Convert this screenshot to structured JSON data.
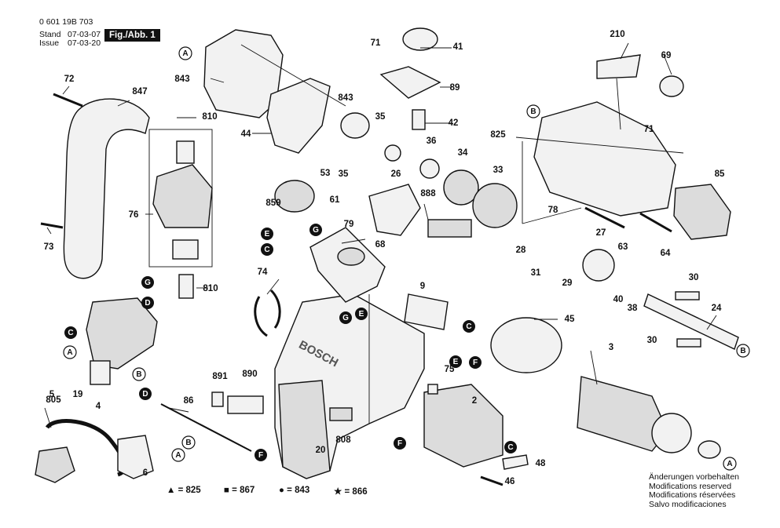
{
  "header": {
    "doc_number": "0 601 19B 703",
    "stand_label": "Stand",
    "stand_date": "07-03-07",
    "issue_label": "Issue",
    "issue_date": "07-03-20",
    "figure_label": "Fig./Abb. 1"
  },
  "brand_text": "BOSCH",
  "labels": [
    "2",
    "3",
    "4",
    "5",
    "6",
    "9",
    "19",
    "20",
    "24",
    "26",
    "27",
    "28",
    "29",
    "30",
    "30",
    "31",
    "33",
    "34",
    "35",
    "35",
    "36",
    "38",
    "40",
    "41",
    "42",
    "44",
    "45",
    "46",
    "48",
    "53",
    "61",
    "63",
    "64",
    "68",
    "69",
    "71",
    "71",
    "72",
    "73",
    "74",
    "75",
    "76",
    "78",
    "79",
    "85",
    "86",
    "89",
    "210",
    "805",
    "808",
    "810",
    "810",
    "825",
    "843",
    "843",
    "847",
    "859",
    "888",
    "890",
    "891"
  ],
  "callouts": [
    "A",
    "A",
    "A",
    "A",
    "B",
    "B",
    "B",
    "B",
    "C",
    "C",
    "C",
    "C",
    "D",
    "D",
    "E",
    "E",
    "E",
    "F",
    "F",
    "F",
    "G",
    "G",
    "G"
  ],
  "legend": [
    {
      "symbol": "▲",
      "value": "825"
    },
    {
      "symbol": "■",
      "value": "867"
    },
    {
      "symbol": "●",
      "value": "843"
    },
    {
      "symbol": "★",
      "value": "866"
    }
  ],
  "notes": [
    "Änderungen vorbehalten",
    "Modifications reserved",
    "Modifications réservées",
    "Salvo modificaciones"
  ]
}
